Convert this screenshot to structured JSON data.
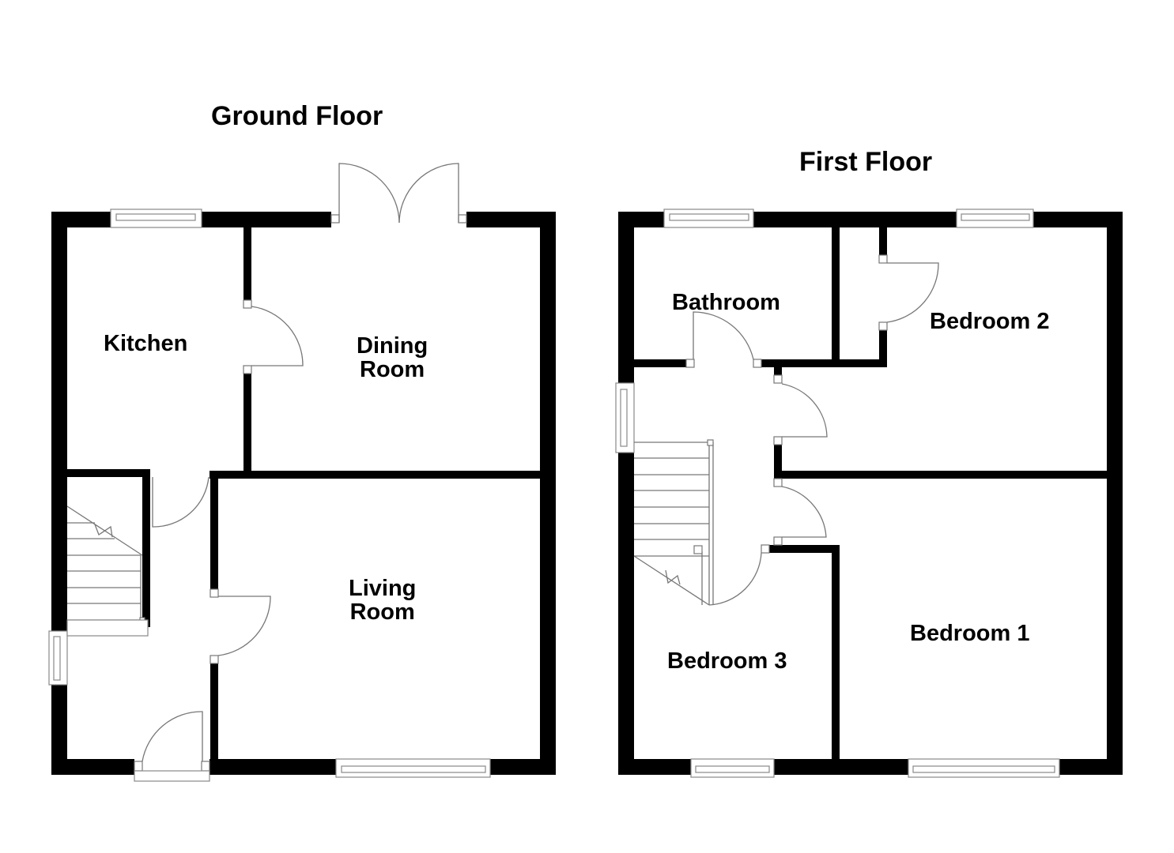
{
  "floors": {
    "ground": {
      "title": "Ground Floor",
      "rooms": {
        "kitchen": "Kitchen",
        "dining_line1": "Dining",
        "dining_line2": "Room",
        "living_line1": "Living",
        "living_line2": "Room"
      }
    },
    "first": {
      "title": "First Floor",
      "rooms": {
        "bathroom": "Bathroom",
        "bedroom1": "Bedroom 1",
        "bedroom2": "Bedroom 2",
        "bedroom3": "Bedroom 3"
      }
    }
  },
  "colors": {
    "wall": "#000000",
    "fixture_line": "#777777",
    "background": "#ffffff"
  }
}
